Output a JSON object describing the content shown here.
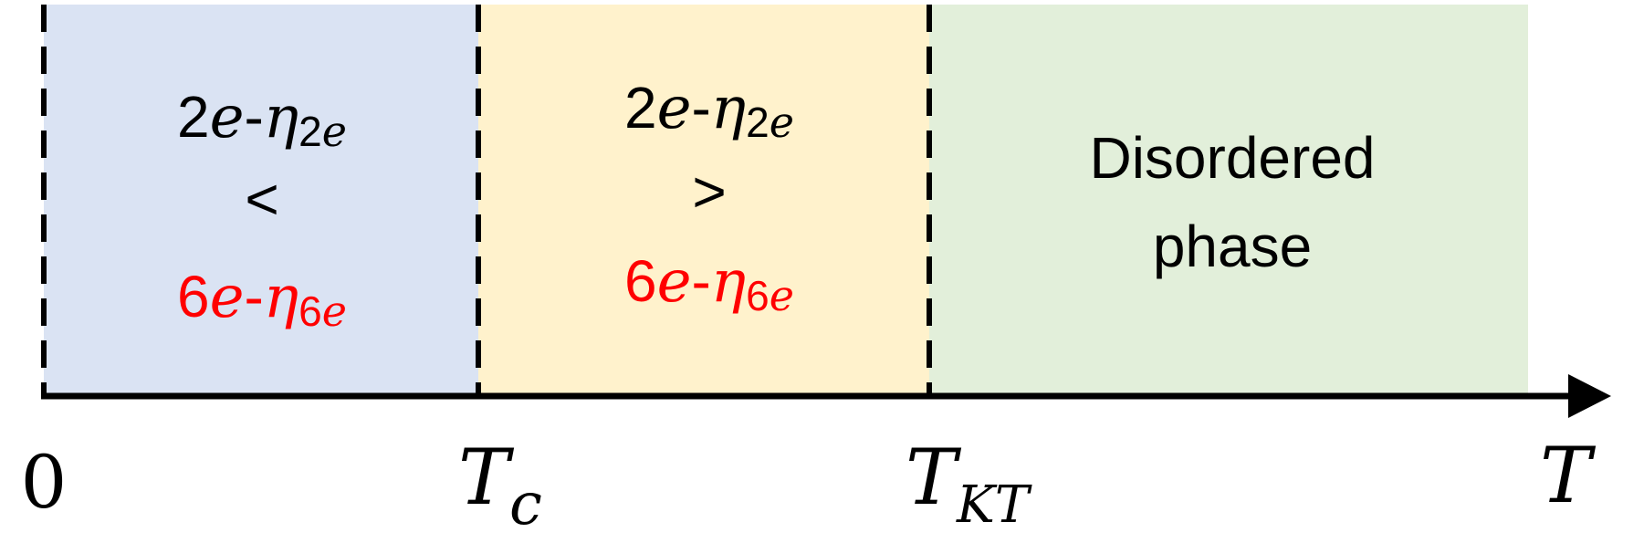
{
  "colors": {
    "region1": "#dae3f3",
    "region2": "#fff2cc",
    "region3": "#e2efda",
    "axis": "#000000",
    "red": "#ff0000",
    "black": "#000000"
  },
  "axis": {
    "ticks": [
      "0",
      "T",
      "T"
    ],
    "tick_subscripts": [
      "",
      "c",
      "KT"
    ],
    "end_label": "T"
  },
  "regions": [
    {
      "top_num": "2",
      "top_e": "e",
      "top_dash": "-",
      "top_eta": "η",
      "top_sub_num": "2",
      "top_sub_e": "e",
      "relation": "<",
      "bottom_num": "6",
      "bottom_e": "e",
      "bottom_dash": "-",
      "bottom_eta": "η",
      "bottom_sub_num": "6",
      "bottom_sub_e": "e"
    },
    {
      "top_num": "2",
      "top_e": "e",
      "top_dash": "-",
      "top_eta": "η",
      "top_sub_num": "2",
      "top_sub_e": "e",
      "relation": ">",
      "bottom_num": "6",
      "bottom_e": "e",
      "bottom_dash": "-",
      "bottom_eta": "η",
      "bottom_sub_num": "6",
      "bottom_sub_e": "e"
    },
    {
      "line1": "Disordered",
      "line2": "phase"
    }
  ]
}
